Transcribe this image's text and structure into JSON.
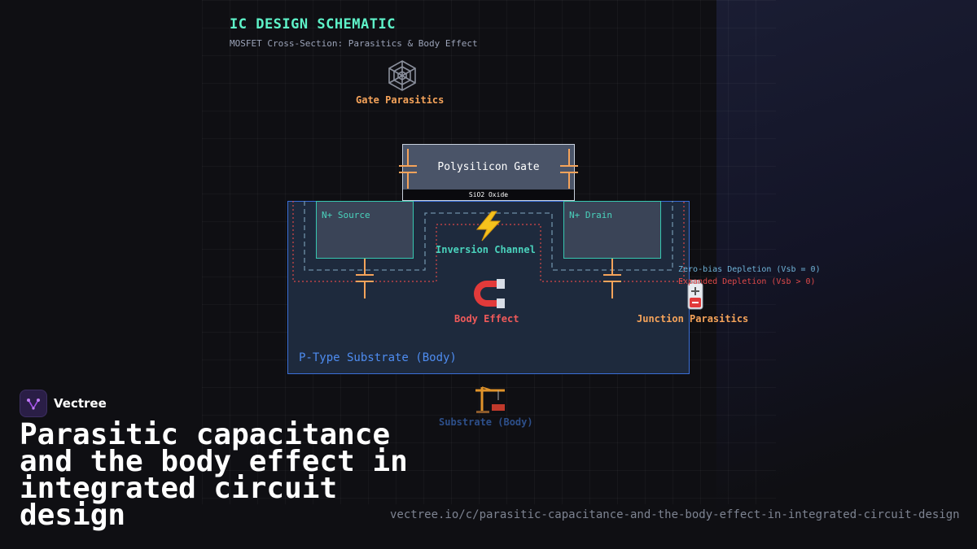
{
  "diagram": {
    "title": "IC DESIGN SCHEMATIC",
    "subtitle": "MOSFET Cross-Section: Parasitics & Body Effect",
    "gate_parasitics_label": "Gate Parasitics",
    "gate_label": "Polysilicon Gate",
    "oxide_label": "SiO2 Oxide",
    "source_label": "N+ Source",
    "drain_label": "N+ Drain",
    "channel_label": "Inversion Channel",
    "body_effect_label": "Body Effect",
    "junction_parasitics_label": "Junction Parasitics",
    "legend_zero_bias": "Zero-bias Depletion (Vsb = 0)",
    "legend_expanded": "Expanded Depletion (Vsb > 0)",
    "substrate_inner_label": "P-Type Substrate (Body)",
    "substrate_outer_label": "Substrate (Body)",
    "icons": [
      "web-icon",
      "lightning-icon",
      "magnet-icon",
      "battery-icon",
      "crane-icon"
    ],
    "colors": {
      "title": "#5ef2c8",
      "capacitor": "#f5a35a",
      "well_border": "#37c7b0",
      "zero_bias": "#6fb3d8",
      "expanded": "#e04a4a",
      "substrate_border": "#3a6fd8",
      "body_effect": "#f05a5a"
    }
  },
  "brand": {
    "name": "Vectree",
    "headline": "Parasitic capacitance and the body effect in integrated circuit design",
    "url": "vectree.io/c/parasitic-capacitance-and-the-body-effect-in-integrated-circuit-design"
  }
}
